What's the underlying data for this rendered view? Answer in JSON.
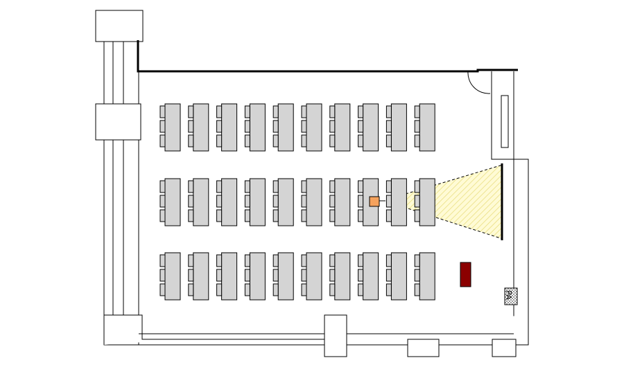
{
  "floor_plan": {
    "layout": "classroom",
    "row_groups": 3,
    "tables_per_row": 10,
    "chairs_per_table": 3,
    "labels": {
      "pa": "PA"
    },
    "colors": {
      "table": "#d4d4d4",
      "projector": "#f5a25d",
      "projection_beam": "#fff8c0",
      "podium": "#8b0000",
      "wall": "#000000"
    }
  }
}
